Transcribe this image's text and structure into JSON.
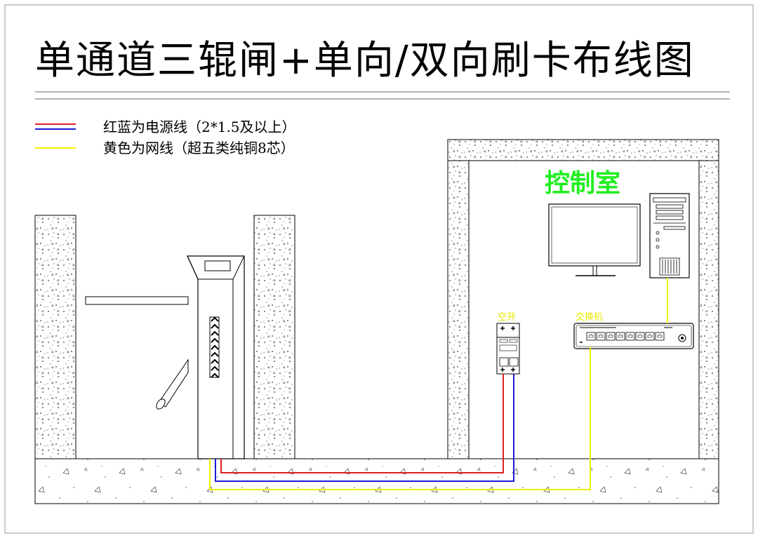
{
  "title": "单通道三辊闸+单向/双向刷卡布线图",
  "legend": {
    "power": {
      "label": "红蓝为电源线（2*1.5及以上）",
      "colors": [
        "#e02020",
        "#1a1ad8"
      ]
    },
    "network": {
      "label": "黄色为网线（超五类纯铜8芯）",
      "color": "#f0f000"
    }
  },
  "control_room": {
    "label": "控制室"
  },
  "devices": {
    "breaker": {
      "label": "空开"
    },
    "switch": {
      "label": "交换机",
      "ports": 8
    }
  },
  "colors": {
    "power_red": "#e02020",
    "power_blue": "#1a1ad8",
    "network_yellow": "#f0f000",
    "room_label": "#22ee22",
    "device_label": "#e8e800"
  }
}
